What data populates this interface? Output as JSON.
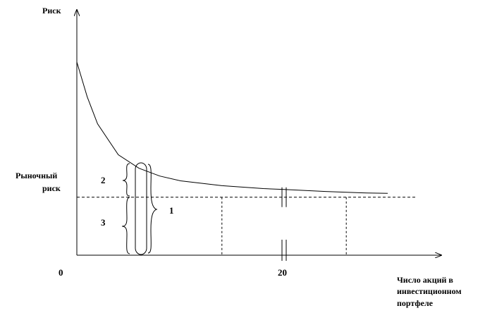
{
  "chart_data": {
    "type": "line",
    "ylabel": "Риск",
    "xlabel_lines": [
      "Число акций в",
      "инвестиционном",
      "портфеле"
    ],
    "origin_label": "0",
    "x_tick_labels": [
      {
        "x": 20,
        "label": "20"
      }
    ],
    "market_risk_label_lines": [
      "Рыночный",
      "риск"
    ],
    "market_risk_level": 0.3,
    "series": [
      {
        "x": [
          0,
          1,
          2,
          4,
          6,
          8,
          10,
          14,
          18,
          20,
          24,
          28,
          30
        ],
        "y": [
          1.0,
          0.82,
          0.68,
          0.52,
          0.45,
          0.41,
          0.385,
          0.36,
          0.345,
          0.34,
          0.33,
          0.322,
          0.32
        ]
      }
    ],
    "dashed_verticals_x": [
      14,
      26
    ],
    "axis_break_x": 20,
    "bracket_labels": {
      "unsystematic": "2",
      "market": "3",
      "total": "1"
    },
    "xlim": [
      0,
      32
    ],
    "ylim": [
      0,
      1.05
    ],
    "grid": false
  }
}
